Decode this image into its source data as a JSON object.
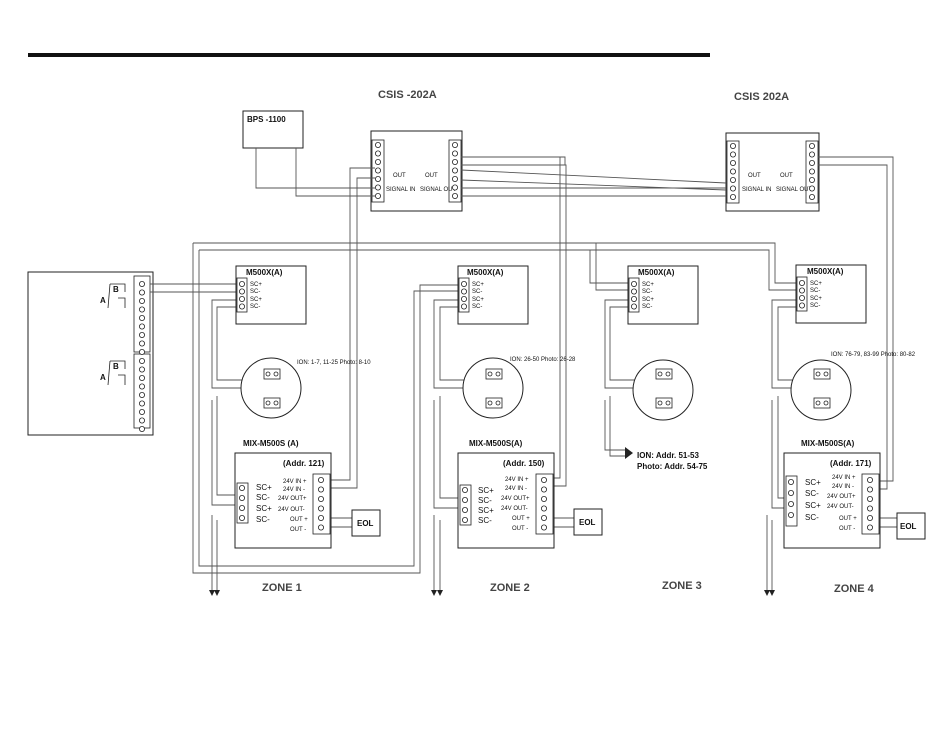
{
  "csis_left": "CSIS -202A",
  "csis_right": "CSIS  202A",
  "bps": "BPS -1100",
  "csis_out_a": "OUT",
  "csis_out_b": "OUT",
  "csis_signal_in": "SIGNAL IN",
  "csis_signal_out": "SIGNAL OUT",
  "panel_a": "A",
  "panel_b": "B",
  "monitor_title": "M500X(A)",
  "sc_plus": "SC+",
  "sc_minus": "SC-",
  "detector_labels": [
    "ION: 1-7, 11-25 Photo: 8-10",
    "ION: 26-50 Photo: 26-28",
    "ION: 76-79, 83-99 Photo: 80-82"
  ],
  "zone3_note_1": "ION: Addr. 51-53",
  "zone3_note_2": "Photo: Addr. 54-75",
  "mix_labels": [
    "MIX-M500S (A)",
    "MIX-M500S(A)",
    "MIX-M500S(A)"
  ],
  "addr_labels": [
    "(Addr. 121)",
    "(Addr. 150)",
    "(Addr. 171)"
  ],
  "mix_terms": [
    "24V IN  +",
    "24V IN  -",
    "24V OUT+",
    "24V OUT-",
    "OUT +",
    "OUT -"
  ],
  "eol": "EOL",
  "zones": [
    "ZONE 1",
    "ZONE 2",
    "ZONE 3",
    "ZONE 4"
  ]
}
